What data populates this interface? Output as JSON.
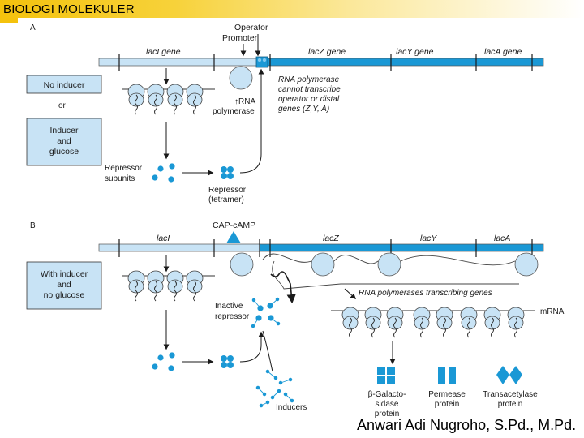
{
  "header": {
    "title": "BIOLOGI MOLEKULER",
    "author": "Anwari Adi Nugroho, S.Pd., M.Pd."
  },
  "panel_a": {
    "letter": "A",
    "operator": "Operator",
    "promoter": "Promoter",
    "genes": [
      "lacI gene",
      "lacZ gene",
      "lacY gene",
      "lacA gene"
    ],
    "box_no_inducer": "No inducer",
    "or": "or",
    "box_inducer_glucose": [
      "Inducer",
      "and",
      "glucose"
    ],
    "rna_pol_arrow": "↑RNA",
    "rna_pol_word": "polymerase",
    "blocked_note": [
      "RNA polymerase",
      "cannot transcribe",
      "operator or distal",
      "genes (Z,Y, A)"
    ],
    "repressor_subunits": [
      "Repressor",
      "subunits"
    ],
    "repressor_tetramer": [
      "Repressor",
      "(tetramer)"
    ]
  },
  "panel_b": {
    "letter": "B",
    "cap_camp": "CAP-cAMP",
    "genes": [
      "lacI",
      "lacZ",
      "lacY",
      "lacA"
    ],
    "box_inducer": [
      "With inducer",
      "and",
      "no glucose"
    ],
    "inactive_repressor": [
      "Inactive",
      "repressor"
    ],
    "rna_pol_note": "RNA polymerases transcribing genes",
    "mrna": "mRNA",
    "inducers": "Inducers",
    "products": [
      {
        "lines": [
          "β-Galacto-",
          "sidase",
          "protein"
        ]
      },
      {
        "lines": [
          "Permease",
          "protein"
        ]
      },
      {
        "lines": [
          "Transacetylase",
          "protein"
        ]
      }
    ]
  },
  "colors": {
    "header_yellow": "#f4c20d",
    "lac_blue": "#1a98d5",
    "light_blue": "#c8e3f5",
    "box_fill": "#c8e3f5"
  }
}
